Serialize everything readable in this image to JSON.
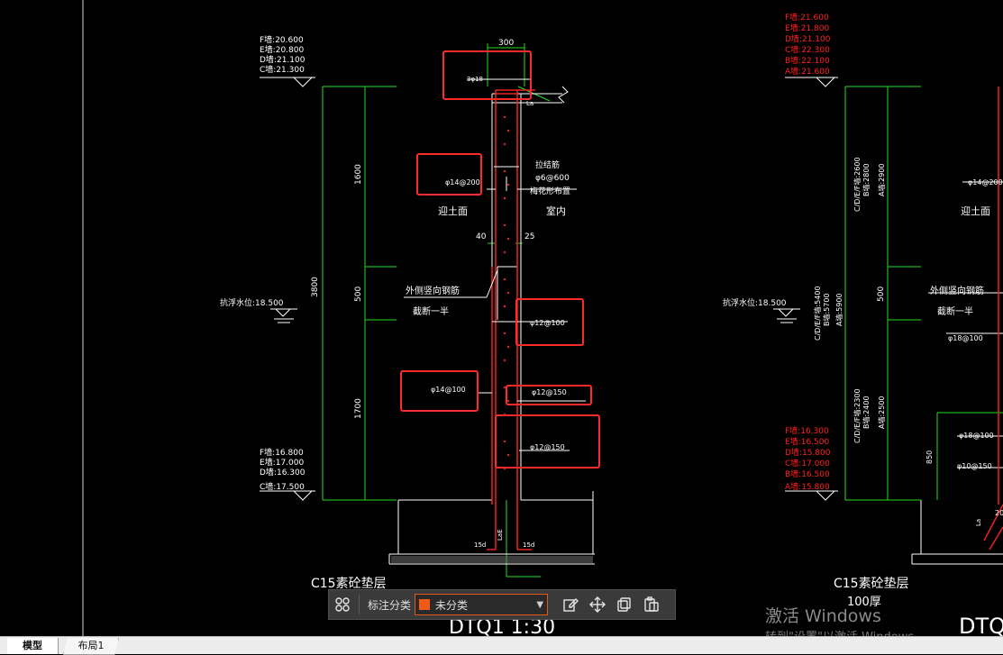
{
  "drawing": {
    "left": {
      "top_elevations": [
        "F墙:20.600",
        "E墙:20.800",
        "D墙:21.100",
        "C墙:21.300"
      ],
      "bottom_elevations": [
        "F墙:16.800",
        "E墙:17.000",
        "D墙:16.300",
        "C墙:17.500"
      ],
      "wall_width": "300",
      "dims": [
        "1600",
        "500",
        "1700"
      ],
      "total_height": "3800",
      "water_level": "抗浮水位:18.500",
      "tie_bar_1": "拉结筋",
      "tie_bar_2": "φ6@600",
      "tie_bar_3": "梅花形布置",
      "soil_side": "迎土面",
      "indoor": "室内",
      "cover_left": "40",
      "cover_right": "25",
      "outer_bar_1": "外侧竖向钢筋",
      "outer_bar_2": "截断一半",
      "bar_top": "3φ18",
      "bar_a": "φ14@200",
      "bar_b": "φ12@100",
      "bar_c": "φ14@100",
      "bar_d": "φ12@150",
      "bar_e": "φ12@150",
      "lap": "La",
      "anchor": "LaE",
      "hook_left": "15d",
      "hook_right": "15d",
      "cushion": "C15素砼垫层",
      "title_partial": "DTQ1  1:30"
    },
    "right": {
      "top_elevations": [
        "F墙:21.600",
        "E墙:21.800",
        "D墙:21.100",
        "C墙:22.300",
        "B墙:22.100",
        "A墙:21.600"
      ],
      "bottom_elevations": [
        "F墙:16.300",
        "E墙:16.500",
        "D墙:15.800",
        "C墙:17.000",
        "B墙:16.500",
        "A墙:15.800"
      ],
      "side_dim_1": "C/D/E/F墙:2600",
      "side_dim_2": "B墙:2800",
      "side_dim_3": "A墙:2900",
      "side_dim_4": "C/D/E/F墙:5400",
      "side_dim_5": "B墙:5700",
      "side_dim_6": "A墙:5900",
      "side_dim_7": "C/D/E/F墙:2300",
      "side_dim_8": "B墙:2400",
      "side_dim_9": "A墙:2500",
      "mid_dim": "500",
      "water_level": "抗浮水位:18.500",
      "bar_a": "φ14@200",
      "soil_side": "迎土面",
      "outer_bar_1": "外侧竖向钢筋",
      "outer_bar_2": "截断一半",
      "bar_b": "φ18@100",
      "bar_c": "φ18@100",
      "bar_d": "φ10@150",
      "dim_850": "850",
      "dim_20": "20",
      "lap": "La",
      "cushion": "C15素砼垫层",
      "cushion_thk": "100厚",
      "title_partial": "DTQ"
    }
  },
  "toolbar": {
    "label": "标注分类",
    "selected": "未分类",
    "swatch_color": "#f05a14",
    "icons": [
      "grid-icon",
      "edit-icon",
      "move-icon",
      "copy-icon",
      "paste-icon"
    ]
  },
  "watermark": {
    "line1": "激活 Windows",
    "line2": "转到\"设置\"以激活 Windows。"
  },
  "tabs": [
    "模型",
    "布局1"
  ]
}
